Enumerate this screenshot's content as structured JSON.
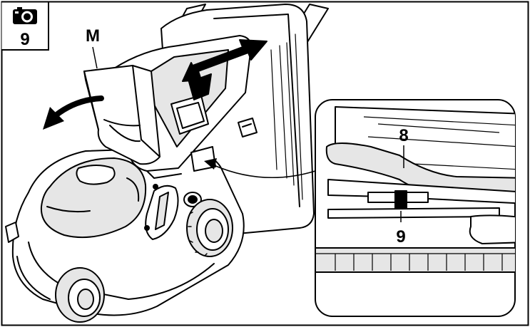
{
  "figure": {
    "step_number": "9",
    "icon": "camera-icon",
    "callouts": {
      "part_m": "M",
      "part_8": "8",
      "part_9": "9"
    }
  },
  "colors": {
    "line": "#000000",
    "fill": "#ffffff",
    "shade": "#e6e6e6"
  }
}
